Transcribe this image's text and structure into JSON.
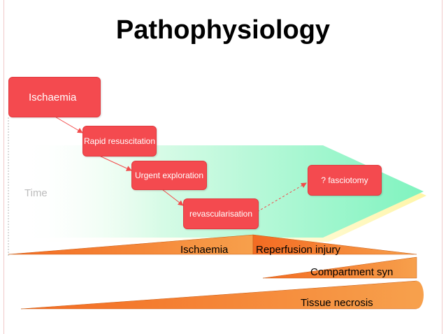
{
  "title": "Pathophysiology",
  "axis": {
    "time_label": "Time"
  },
  "stages": {
    "ischaemia": "Ischaemia",
    "rapid_resuscitation": "Rapid resuscitation",
    "urgent_exploration": "Urgent exploration",
    "revascularisation": "revascularisation",
    "fasciotomy": "? fasciotomy"
  },
  "phases": {
    "ischaemia": "Ischaemia",
    "reperfusion_injury": "Reperfusion injury",
    "compartment_syndrome": "Compartment syn",
    "tissue_necrosis": "Tissue necrosis"
  },
  "colors": {
    "stage_box": "#f44a4f",
    "wedge_orange": "#f47f2a",
    "time_arrow_green": "#7ff3bf",
    "time_arrow_yellow": "#fff5a6",
    "title": "#000000",
    "connector": "#f24a4a"
  }
}
